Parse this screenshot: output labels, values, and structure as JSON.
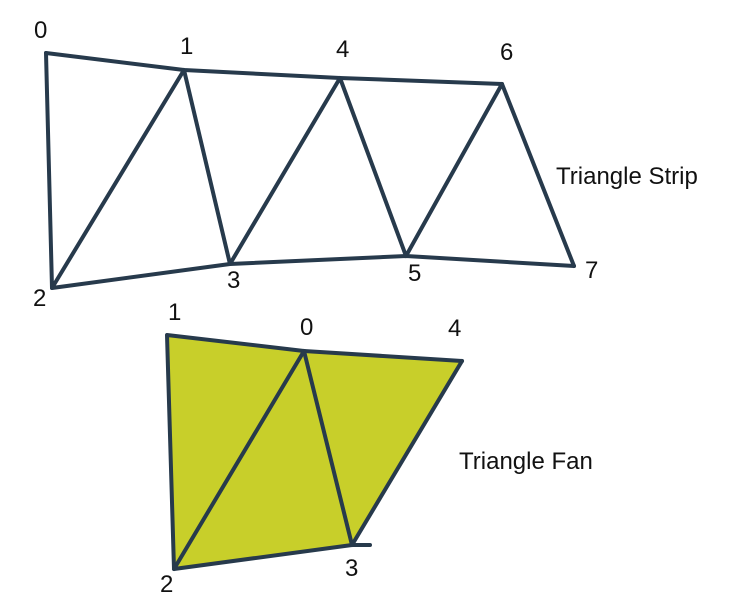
{
  "strip": {
    "title": "Triangle Strip",
    "vertex_labels": [
      "0",
      "1",
      "2",
      "3",
      "4",
      "5",
      "6",
      "7"
    ],
    "line_color": "#273a4c"
  },
  "fan": {
    "title": "Triangle Fan",
    "vertex_labels": [
      "0",
      "1",
      "2",
      "3",
      "4"
    ],
    "fill_color": "#c8cf2a",
    "line_color": "#273a4c"
  }
}
